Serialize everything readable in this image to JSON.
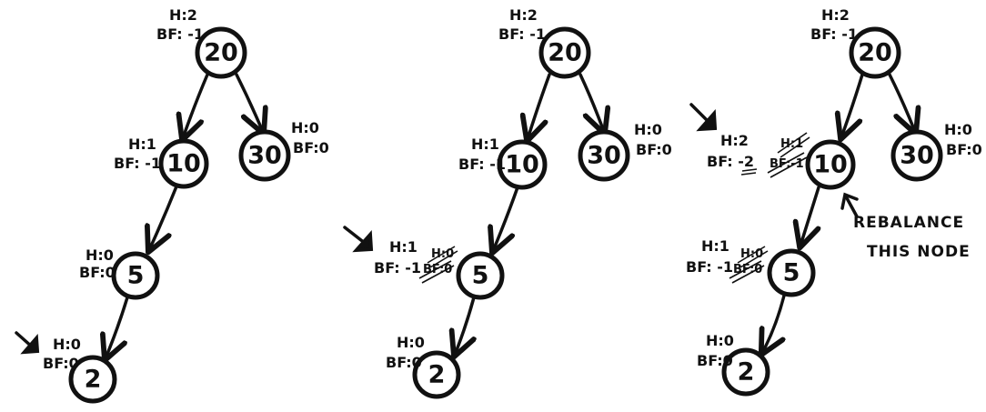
{
  "panels": [
    {
      "nodes": [
        {
          "value": "20",
          "h": "H:2",
          "bf": "BF: -1"
        },
        {
          "value": "10",
          "h": "H:1",
          "bf": "BF: -1"
        },
        {
          "value": "30",
          "h": "H:0",
          "bf": "BF:0"
        },
        {
          "value": "5",
          "h": "H:0",
          "bf": "BF:0"
        },
        {
          "value": "2",
          "h": "H:0",
          "bf": "BF:0"
        }
      ]
    },
    {
      "nodes": [
        {
          "value": "20",
          "h": "H:2",
          "bf": "BF: -1"
        },
        {
          "value": "10",
          "h": "H:1",
          "bf": "BF: -1"
        },
        {
          "value": "30",
          "h": "H:0",
          "bf": "BF:0"
        },
        {
          "value": "5",
          "h": "H:1",
          "bf": "BF: -1",
          "old_h": "H:0",
          "old_bf": "BF:0"
        },
        {
          "value": "2",
          "h": "H:0",
          "bf": "BF:0"
        }
      ]
    },
    {
      "nodes": [
        {
          "value": "20",
          "h": "H:2",
          "bf": "BF: -1"
        },
        {
          "value": "10",
          "h": "H:2",
          "bf": "BF: -2",
          "old_h": "H:1",
          "old_bf": "BF:-1"
        },
        {
          "value": "30",
          "h": "H:0",
          "bf": "BF:0"
        },
        {
          "value": "5",
          "h": "H:1",
          "bf": "BF: -1",
          "old_h": "H:0",
          "old_bf": "BF:0"
        },
        {
          "value": "2",
          "h": "H:0",
          "bf": "BF:0"
        }
      ],
      "note_line1": "REBALANCE",
      "note_line2": "THIS NODE"
    }
  ]
}
